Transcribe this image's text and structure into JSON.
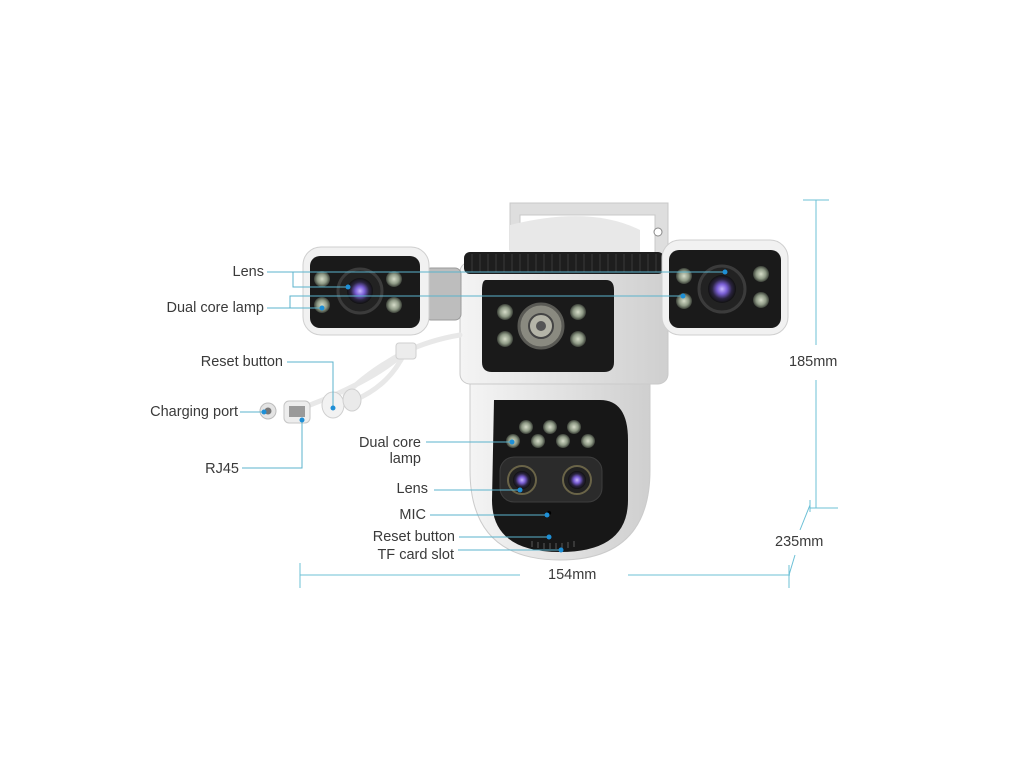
{
  "figure": {
    "subject": "Dual-lens PTZ security camera with two side bullet cameras",
    "colors": {
      "background": "#ffffff",
      "leader_line": "#5bb3cc",
      "leader_dot": "#1e8fd6",
      "label_text": "#3a3a3a",
      "camera_body": "#e6e6e6",
      "camera_face": "#1c1c1c",
      "lens_glow": "#7a5fd6"
    }
  },
  "callouts_left": [
    {
      "label": "Lens"
    },
    {
      "label": "Dual core lamp"
    },
    {
      "label": "Reset button"
    },
    {
      "label": "Charging port"
    },
    {
      "label": "RJ45"
    }
  ],
  "callouts_center": [
    {
      "label_line1": "Dual core",
      "label_line2": "lamp"
    },
    {
      "label": "Lens"
    },
    {
      "label": "MIC"
    },
    {
      "label": "Reset button"
    },
    {
      "label": "TF card slot"
    }
  ],
  "dimensions": {
    "height": "185mm",
    "depth": "235mm",
    "width": "154mm"
  }
}
